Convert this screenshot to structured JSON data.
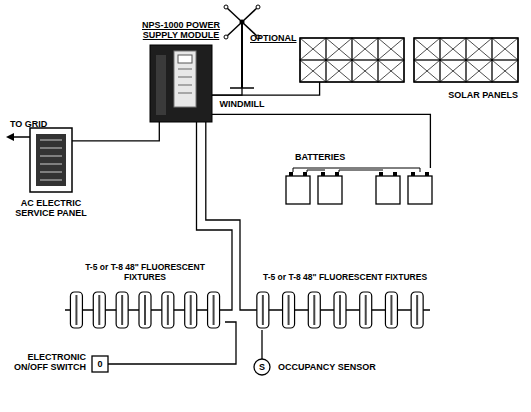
{
  "diagram": {
    "nodes": [
      {
        "text": [
          "NPS-1000 POWER SUPPLY MODULE"
        ]
      },
      {
        "text": [
          "WINDMILL"
        ]
      },
      {
        "text": [
          "SOLAR PANELS"
        ]
      },
      {
        "text": [
          "AC ELECTRIC SERVICE PANEL"
        ]
      },
      {
        "text": [
          "BATTERIES"
        ]
      },
      {
        "text": [
          "T-5 or T-8 48\" FLUORESCENT FIXTURES"
        ]
      },
      {
        "text": [
          "T-5 or T-8 48\" FLUORESCENT FIXTURES"
        ]
      },
      {
        "text": [
          "ELECTRONIC ON/OFF SWITCH",
          "0"
        ]
      },
      {
        "text": [
          "S",
          "OCCUPANCY SENSOR"
        ]
      }
    ],
    "edges": [
      {
        "from": 0,
        "to": 3,
        "arrow": "none"
      },
      {
        "from": 0,
        "to": 1,
        "arrow": "none"
      },
      {
        "from": 0,
        "to": 2,
        "arrow": "none"
      },
      {
        "from": 0,
        "to": 4,
        "arrow": "none"
      },
      {
        "from": 0,
        "to": 5,
        "arrow": "none"
      },
      {
        "from": 0,
        "to": 6,
        "arrow": "none"
      },
      {
        "from": 7,
        "to": 5,
        "arrow": "none"
      },
      {
        "from": 8,
        "to": 6,
        "arrow": "none"
      }
    ],
    "labels": [
      "OPTIONAL",
      "TO GRID"
    ]
  }
}
